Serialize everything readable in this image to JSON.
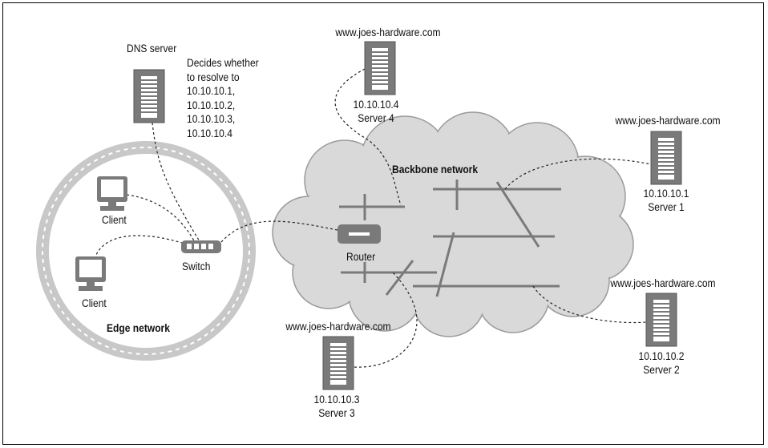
{
  "labels": {
    "dns_server": "DNS server",
    "backbone": "Backbone network",
    "edge": "Edge network",
    "router": "Router",
    "switch": "Switch",
    "client_top": "Client",
    "client_bottom": "Client"
  },
  "dns_note": [
    "Decides whether",
    "to resolve to",
    "10.10.10.1,",
    "10.10.10.2,",
    "10.10.10.3,",
    "10.10.10.4"
  ],
  "servers": [
    {
      "host": "www.joes-hardware.com",
      "ip": "10.10.10.1",
      "name": "Server 1"
    },
    {
      "host": "www.joes-hardware.com",
      "ip": "10.10.10.2",
      "name": "Server 2"
    },
    {
      "host": "www.joes-hardware.com",
      "ip": "10.10.10.3",
      "name": "Server 3"
    },
    {
      "host": "www.joes-hardware.com",
      "ip": "10.10.10.4",
      "name": "Server 4"
    }
  ],
  "icons": [
    "server-icon",
    "client-icon",
    "switch-icon",
    "router-icon",
    "cloud-icon"
  ],
  "colors": {
    "device_gray": "#7a7a7a",
    "cloud_fill": "#d9d9d9",
    "ring_gray": "#c8c8c8"
  }
}
